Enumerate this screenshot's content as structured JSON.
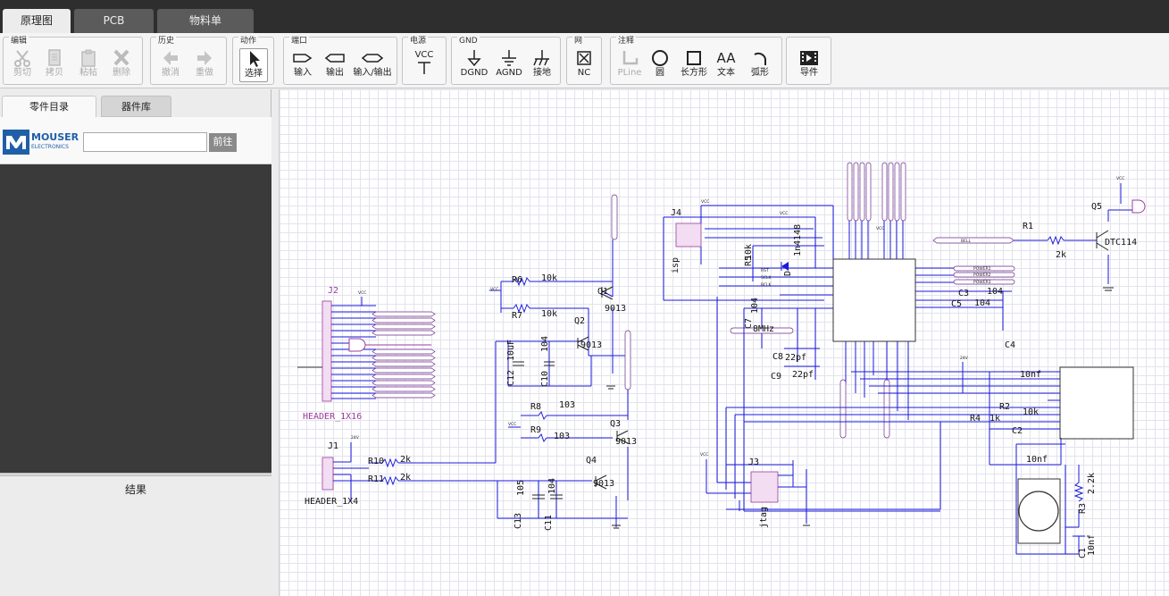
{
  "tabs": [
    {
      "label": "原理图",
      "active": true
    },
    {
      "label": "PCB",
      "active": false
    },
    {
      "label": "物料单",
      "active": false
    }
  ],
  "toolbar": {
    "groups": {
      "edit": "编辑",
      "history": "历史",
      "action": "动作",
      "port": "端口",
      "power": "电源",
      "gnd": "GND",
      "net": "网",
      "note": "注释"
    },
    "edit": {
      "cut": "剪切",
      "copy": "拷贝",
      "paste": "粘帖",
      "delete": "删除"
    },
    "history": {
      "undo": "撤消",
      "redo": "重做"
    },
    "action": {
      "select": "选择"
    },
    "port": {
      "input": "输入",
      "output": "输出",
      "inout": "输入/输出"
    },
    "power": {
      "vcc_glyph": "VCC"
    },
    "gnd": {
      "dgnd": "DGND",
      "agnd": "AGND",
      "earth": "接地"
    },
    "net": {
      "nc": "NC"
    },
    "note": {
      "pline": "PLine",
      "circle": "圆",
      "rect": "长方形",
      "text": "文本",
      "arc": "弧形",
      "text_glyph": "AA"
    },
    "export": {
      "label": "导件"
    }
  },
  "leftpanel": {
    "tabs": {
      "catalog": "零件目录",
      "library": "器件库"
    },
    "mouser": {
      "brand": "MOUSER",
      "sub": "ELECTRONICS"
    },
    "search": {
      "value": "",
      "placeholder": ""
    },
    "go_label": "前往",
    "results_title": "结果"
  },
  "schematic": {
    "components": {
      "J2": "J2",
      "J2_name": "HEADER_1X16",
      "J1": "J1",
      "J1_name": "HEADER_1X4",
      "J4": "J4",
      "J4_name": "isp",
      "J3": "J3",
      "J3_name": "jtag",
      "R6": "R6",
      "R6_val": "10k",
      "R7": "R7",
      "R7_val": "10k",
      "R8": "R8",
      "R8_val": "103",
      "R9": "R9",
      "R9_val": "103",
      "R10": "R10",
      "R10_val": "2k",
      "R11": "R11",
      "R11_val": "2k",
      "R5": "R5",
      "R5_val": "10k",
      "R1": "R1",
      "R1_val": "2k",
      "R2": "R2",
      "R2_val": "10k",
      "R3": "R3",
      "R3_val": "2.2k",
      "R4": "R4",
      "R4_val": "1k",
      "Q1": "Q1",
      "Q1_val": "9013",
      "Q2": "Q2",
      "Q2_val": "9013",
      "Q3": "Q3",
      "Q3_val": "9013",
      "Q4": "Q4",
      "Q4_val": "9013",
      "Q5": "Q5",
      "Q5_val": "DTC114",
      "C12": "C12",
      "C12_val": "10uF",
      "C10": "C10",
      "C10_val": "104",
      "C13": "C13",
      "C13_val": "105",
      "C11": "C11",
      "C11_val": "104",
      "C7": "C7",
      "C7_val": "104",
      "C8": "C8",
      "C8_val": "22pf",
      "C9": "C9",
      "C9_val": "22pf",
      "C3": "C3",
      "C3_val": "104",
      "C5": "C5",
      "C5_val": "104",
      "C4": "C4",
      "C4_val": "10nf",
      "C2": "C2",
      "C2_val": "10nf",
      "C1": "C1",
      "C1_val": "10nf",
      "D": "D",
      "D_val": "1n4148",
      "X": "8MHz"
    },
    "power_labels": {
      "vcc": "VCC",
      "v24": "24V"
    },
    "net_labels": {
      "rst": "RST",
      "sclk": "SCLK",
      "rclk": "RCLK",
      "bell": "BELL",
      "power1": "POWER1",
      "power2": "POWER2",
      "power3": "POWER3"
    }
  }
}
